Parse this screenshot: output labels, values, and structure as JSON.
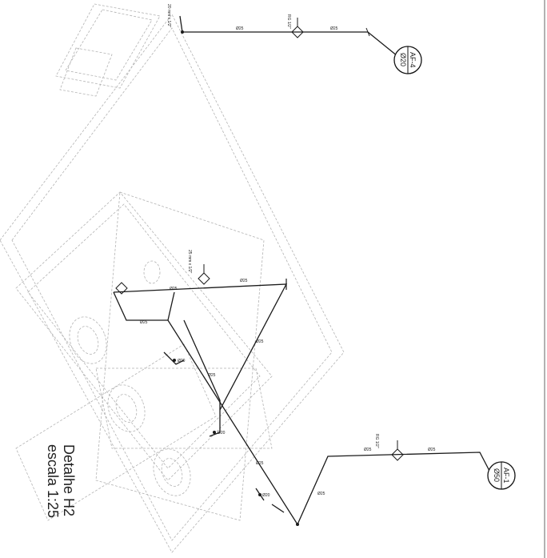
{
  "title": {
    "name": "Detalhe H2",
    "scale": "escala 1:25"
  },
  "tags": [
    {
      "id": "af4",
      "line1": "AF-4",
      "line2": "Ø20"
    },
    {
      "id": "af1",
      "line1": "AF-1",
      "line2": "Ø50"
    }
  ]
}
